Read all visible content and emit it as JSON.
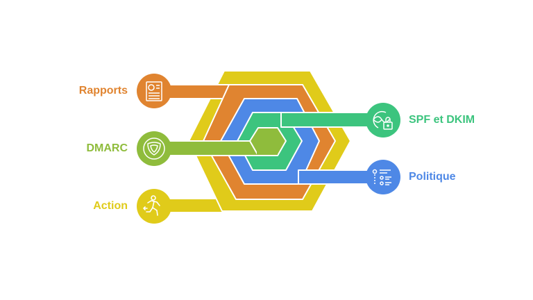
{
  "colors": {
    "orange": "#E08430",
    "lime": "#8FBC3C",
    "yellow": "#E0CB1A",
    "green": "#3CC47E",
    "blue": "#4E88E6"
  },
  "items": [
    {
      "label": "Rapports",
      "icon": "report-document-icon",
      "color": "#E08430"
    },
    {
      "label": "DMARC",
      "icon": "shield-icon",
      "color": "#8FBC3C"
    },
    {
      "label": "Action",
      "icon": "running-person-icon",
      "color": "#E0CB1A"
    },
    {
      "label": "SPF et DKIM",
      "icon": "dna-lock-icon",
      "color": "#3CC47E"
    },
    {
      "label": "Politique",
      "icon": "list-checklist-icon",
      "color": "#4E88E6"
    }
  ]
}
